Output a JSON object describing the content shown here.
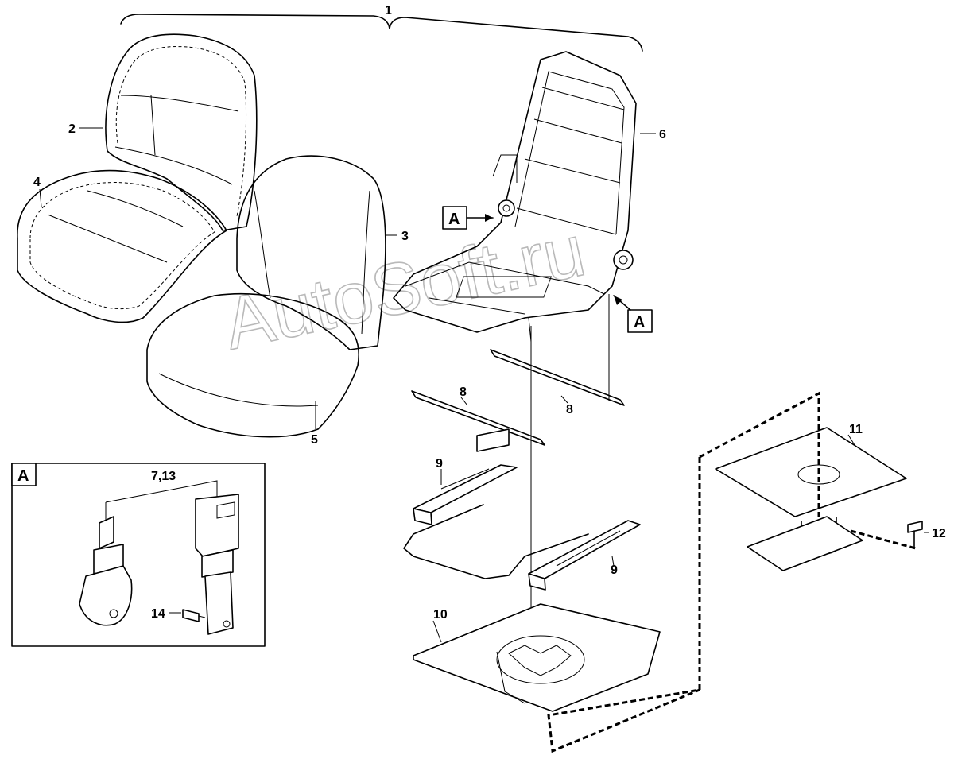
{
  "callouts": {
    "c1": "1",
    "c2": "2",
    "c3": "3",
    "c4": "4",
    "c5": "5",
    "c6": "6",
    "c7_13": "7,13",
    "c8a": "8",
    "c8b": "8",
    "c9a": "9",
    "c9b": "9",
    "c10": "10",
    "c11": "11",
    "c12": "12",
    "c14": "14"
  },
  "detail_markers": {
    "marker_a_top": "A",
    "marker_a_right": "A",
    "inset_title": "A"
  },
  "watermark": "AutoSoft.ru"
}
